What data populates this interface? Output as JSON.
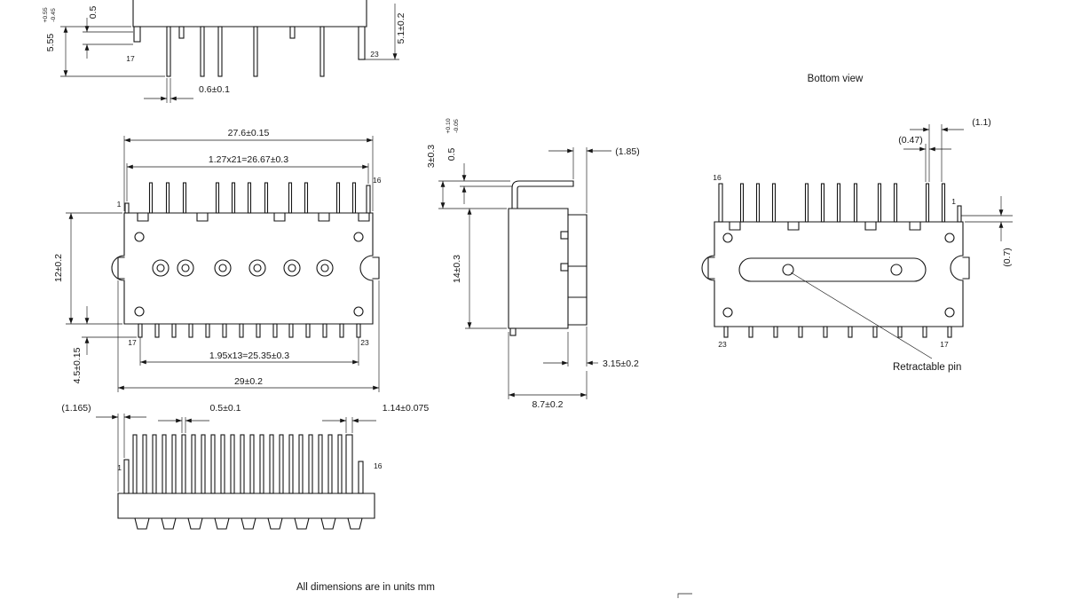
{
  "footer": {
    "note": "All dimensions are in units mm"
  },
  "partial_front_view": {
    "dim_cut": "0.5",
    "dim_standoff": "5.55",
    "dim_standoff_tol_plus": "+0.55",
    "dim_standoff_tol_minus": "-0.45",
    "pin_17": "17",
    "pin_23": "23",
    "dim_pin_length": "5.1±0.2",
    "dim_pin_width": "0.6±0.1"
  },
  "front_view": {
    "dim_body_width": "27.6±0.15",
    "dim_pin_pitch": "1.27x21=26.67±0.3",
    "pin_1": "1",
    "pin_16": "16",
    "pin_17": "17",
    "pin_23": "23",
    "dim_body_height": "12±0.2",
    "dim_pin_length": "4.5±0.15",
    "dim_bottom_pin_pitch": "1.95x13=25.35±0.3",
    "dim_overall_width": "29±0.2"
  },
  "pin_detail_view": {
    "dim_edge_offset": "(1.165)",
    "dim_pin_width": "0.5±0.1",
    "dim_wide_pin_width": "1.14±0.075",
    "pin_1": "1",
    "pin_16": "16"
  },
  "side_view": {
    "dim_bend_height": "3±0.3",
    "dim_lead_thickness": "0.5",
    "dim_lead_thickness_tol_plus": "+0.10",
    "dim_lead_thickness_tol_minus": "-0.05",
    "dim_top_overhang": "(1.85)",
    "dim_body_height": "14±0.3",
    "dim_base_thickness": "3.15±0.2",
    "dim_overall_depth": "8.7±0.2"
  },
  "bottom_view": {
    "title": "Bottom view",
    "dim_1_1": "(1.1)",
    "dim_0_47": "(0.47)",
    "dim_0_7": "(0.7)",
    "pin_16": "16",
    "pin_1": "1",
    "pin_23": "23",
    "pin_17": "17",
    "callout_retractable_pin": "Retractable pin"
  }
}
